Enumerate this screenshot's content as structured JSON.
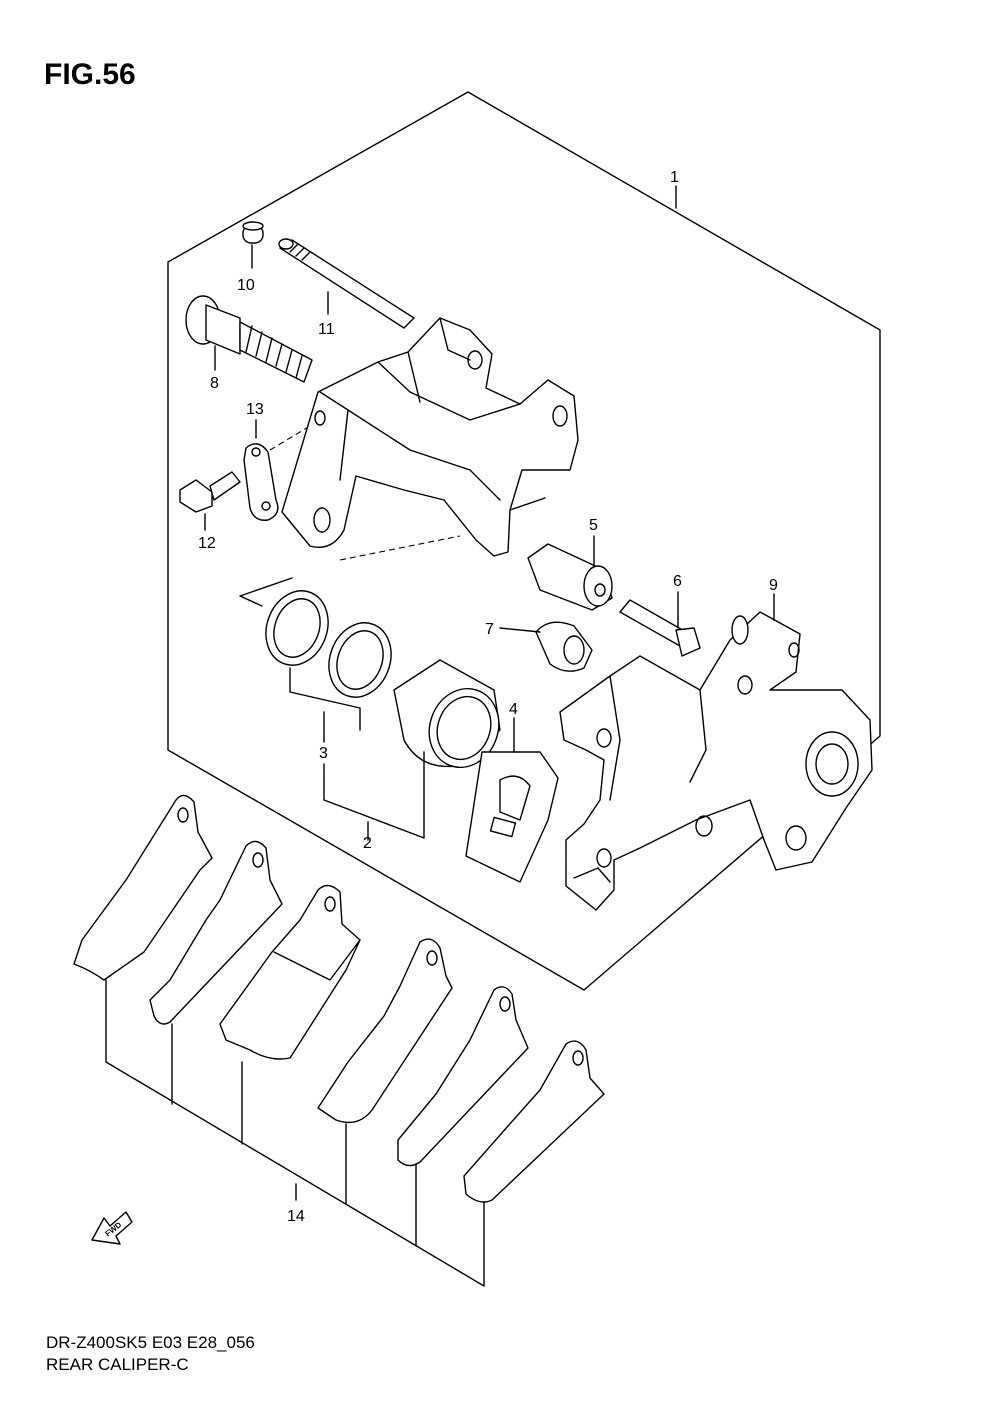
{
  "figure": {
    "title": "FIG.56"
  },
  "callouts": [
    {
      "id": "1",
      "label": "1"
    },
    {
      "id": "2",
      "label": "2"
    },
    {
      "id": "3",
      "label": "3"
    },
    {
      "id": "4",
      "label": "4"
    },
    {
      "id": "5",
      "label": "5"
    },
    {
      "id": "6",
      "label": "6"
    },
    {
      "id": "7",
      "label": "7"
    },
    {
      "id": "8",
      "label": "8"
    },
    {
      "id": "9",
      "label": "9"
    },
    {
      "id": "10",
      "label": "10"
    },
    {
      "id": "11",
      "label": "11"
    },
    {
      "id": "12",
      "label": "12"
    },
    {
      "id": "13",
      "label": "13"
    },
    {
      "id": "14",
      "label": "14"
    }
  ],
  "fwd_marker": {
    "label": "FWD"
  },
  "footer": {
    "code": "DR-Z400SK5 E03 E28_056",
    "name": "REAR CALIPER-C"
  }
}
